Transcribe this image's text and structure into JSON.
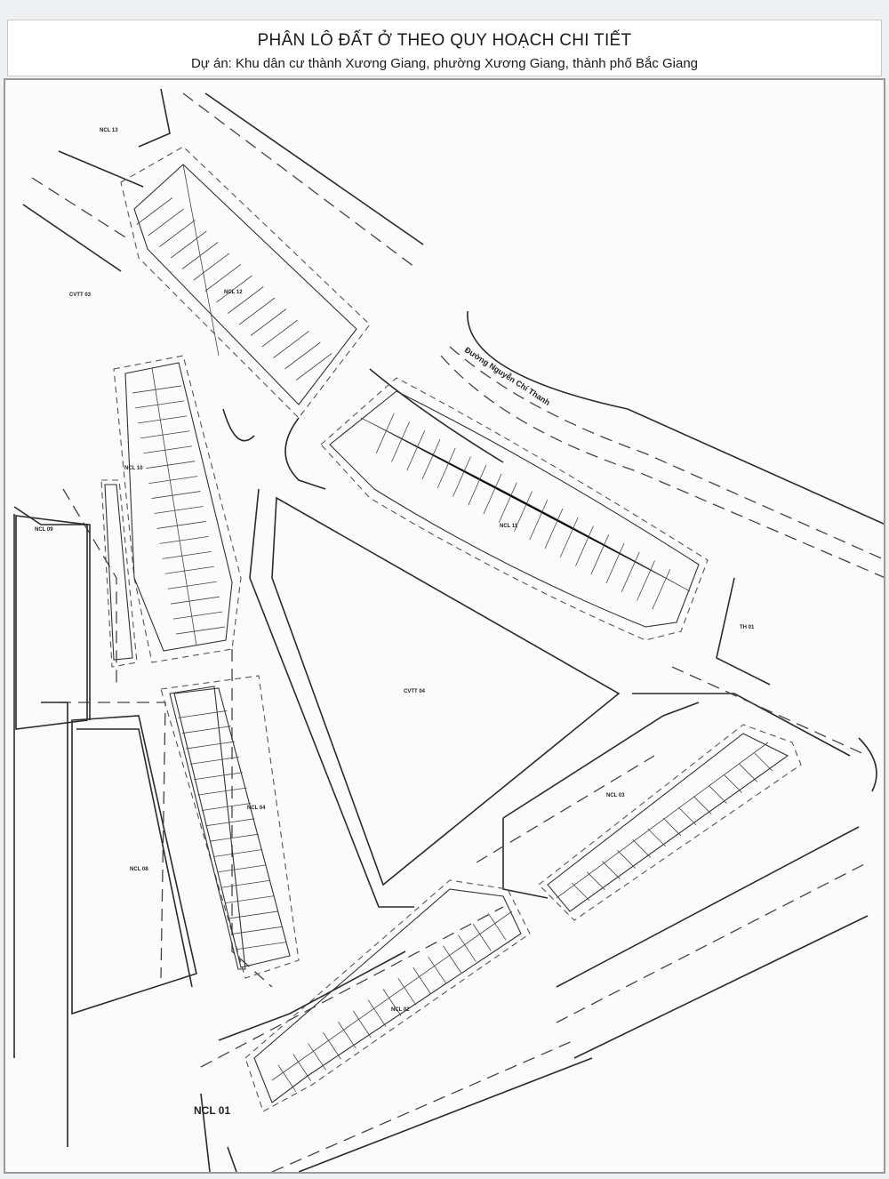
{
  "header": {
    "title": "PHÂN LÔ ĐẤT Ở THEO QUY HOẠCH CHI TIẾT",
    "subtitle": "Dự án: Khu dân cư thành Xương Giang, phường Xương Giang, thành phố Bắc Giang"
  },
  "map": {
    "street_name": "Đường Nguyễn Chí Thanh",
    "labels": {
      "ncl13": "NCL 13",
      "cvtt03": "CVTT 03",
      "ncl12": "NCL 12",
      "ncl10": "NCL 10",
      "ncl09": "NCL 09",
      "ncl11": "NCL 11",
      "th01": "TH 01",
      "cvtt04": "CVTT 04",
      "ncl04": "NCL 04",
      "ncl08": "NCL 08",
      "ncl03": "NCL 03",
      "ncl02": "NCL 02",
      "ncl01": "NCL 01"
    }
  }
}
